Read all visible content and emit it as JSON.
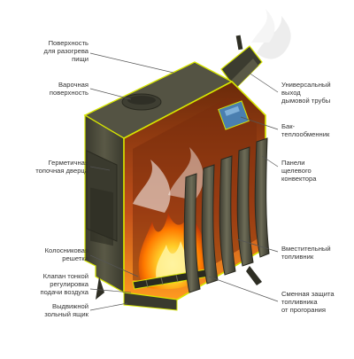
{
  "diagram": {
    "subject": "stove-cutaway",
    "colors": {
      "body": "#4a4a3a",
      "body_dark": "#2e2e24",
      "body_light": "#6b6a55",
      "outline": "#d7e600",
      "fire": "#ff7a00",
      "fire_core": "#ffd23a",
      "inner": "#8a3a10",
      "smoke": "#e9e9e9",
      "leader": "#555555",
      "text": "#333333",
      "exchanger": "#4a7fb0"
    },
    "labels_left": [
      {
        "text": "Поверхность\nдля разогрева\nпищи"
      },
      {
        "text": "Варочная\nповерхность"
      },
      {
        "text": "Герметичная\nтопочная дверца"
      },
      {
        "text": "Колосниковая\nрешетка"
      },
      {
        "text": "Клапан тонкой\nрегулировка\nподачи воздуха"
      },
      {
        "text": "Выдвижной\nзольный ящик"
      }
    ],
    "labels_right": [
      {
        "text": "Универсальный\nвыход\nдымовой трубы"
      },
      {
        "text": "Бак-\nтеплообменник"
      },
      {
        "text": "Панели\nщелевого\nконвектора"
      },
      {
        "text": "Вместительный\nтопливник"
      },
      {
        "text": "Сменная защита\nтопливника\nот прогорания"
      }
    ]
  }
}
